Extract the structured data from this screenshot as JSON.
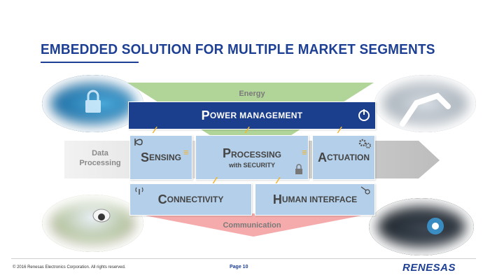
{
  "title": "EMBEDDED SOLUTION FOR MULTIPLE MARKET SEGMENTS",
  "diagram": {
    "energy_label": "Energy",
    "communication_label": "Communication",
    "data_processing": [
      "Data",
      "Processing"
    ],
    "power_management": {
      "initial": "P",
      "rest": "OWER MANAGEMENT"
    },
    "sensing": {
      "initial": "S",
      "rest": "ENSING"
    },
    "processing": {
      "initial": "P",
      "rest": "ROCESSING",
      "sub": "with SECURITY"
    },
    "actuation": {
      "initial": "A",
      "rest": "CTUATION"
    },
    "connectivity": {
      "initial": "C",
      "rest": "ONNECTIVITY"
    },
    "human_interface": {
      "initial": "H",
      "rest": "UMAN INTERFACE"
    },
    "energy_color": "#a8d08d",
    "communication_color": "#f4a6a6",
    "box_color": "#b4cfe9",
    "power_color": "#1b3f8c",
    "connector_color": "#f2b632"
  },
  "icons": [
    "power-icon",
    "sensor-icon",
    "gears-icon",
    "lock-icon",
    "antenna-icon",
    "touch-icon"
  ],
  "photos": [
    "security-photo",
    "robot-arm-photo",
    "surveillance-camera-photo",
    "car-dashboard-photo"
  ],
  "footer": {
    "copyright": "© 2016 Renesas Electronics Corporation. All rights reserved.",
    "page": "Page 10",
    "logo": "RENESAS"
  }
}
